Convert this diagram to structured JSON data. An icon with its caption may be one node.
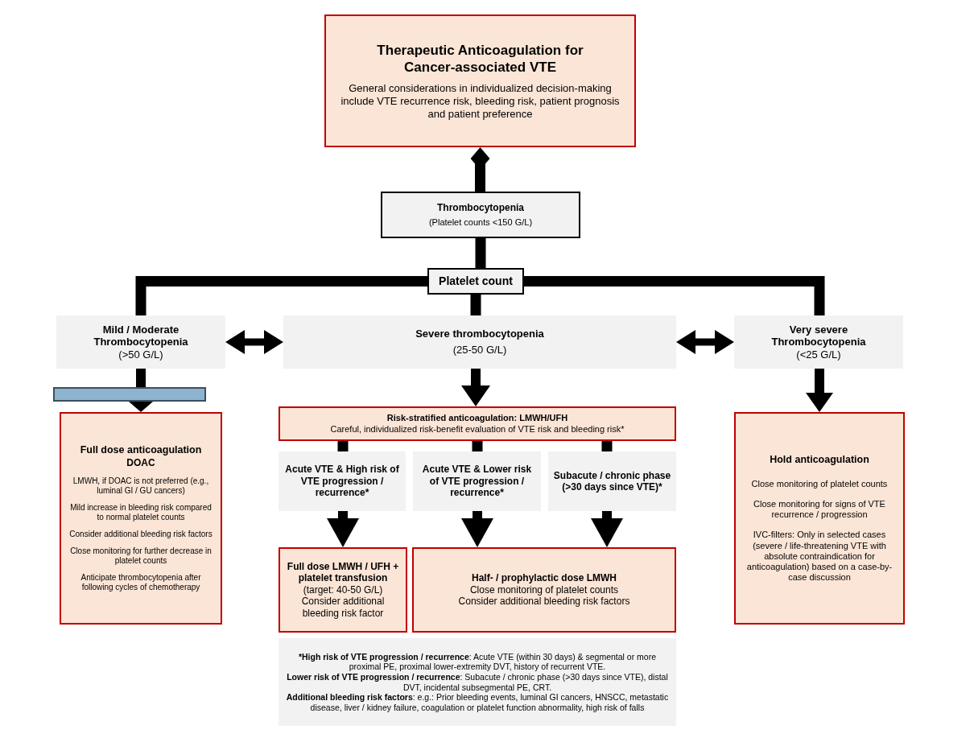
{
  "diagram": {
    "nodes": [
      {
        "text": [
          "Therapeutic Anticoagulation for Cancer-associated VTE",
          "General considerations in individualized decision-making include VTE recurrence risk, bleeding risk, patient prognosis and patient preference"
        ]
      },
      {
        "text": [
          "Thrombocytopenia",
          "(Platelet counts <150 G/L)"
        ]
      },
      {
        "text": [
          "Platelet count"
        ]
      },
      {
        "text": [
          "Mild / Moderate Thrombocytopenia",
          "(>50 G/L)"
        ]
      },
      {
        "text": [
          "Severe thrombocytopenia",
          "(25-50 G/L)"
        ]
      },
      {
        "text": [
          "Very severe Thrombocytopenia",
          "(<25 G/L)"
        ]
      },
      {
        "text": [],
        "shape": "bar"
      },
      {
        "text": [
          "Full dose anticoagulation",
          "DOAC",
          "LMWH, if DOAC is not preferred (e.g., luminal GI / GU cancers)",
          "Mild increase in bleeding risk compared to normal platelet counts",
          "Consider additional bleeding risk factors",
          "Close monitoring for further decrease in platelet counts",
          "Anticipate thrombocytopenia after following cycles of chemotherapy"
        ]
      },
      {
        "text": [
          "Risk-stratified anticoagulation: LMWH/UFH",
          "Careful, individualized risk-benefit evaluation of VTE risk and bleeding risk*"
        ]
      },
      {
        "text": [
          "Acute VTE & High risk of VTE progression / recurrence*"
        ]
      },
      {
        "text": [
          "Acute VTE & Lower risk of VTE progression / recurrence*"
        ]
      },
      {
        "text": [
          "Subacute / chronic phase (>30 days since VTE)*"
        ]
      },
      {
        "text": [
          "Full dose LMWH / UFH + platelet transfusion",
          "(target: 40-50 G/L)",
          "Consider additional bleeding risk factor"
        ]
      },
      {
        "text": [
          "Half- / prophylactic dose LMWH",
          "Close monitoring of platelet counts",
          "Consider additional bleeding risk factors"
        ]
      },
      {
        "text": [
          "Hold anticoagulation",
          "Close monitoring of platelet counts",
          "Close monitoring for signs of VTE recurrence / progression",
          "IVC-filters: Only in selected cases (severe / life-threatening VTE with absolute contraindication for anticoagulation) based on a case-by-case discussion"
        ]
      },
      {
        "text": [
          "***High risk of VTE progression / recurrence**: Acute VTE (within 30 days) & segmental or more proximal PE, proximal lower-extremity DVT, history of recurrent VTE.",
          "**Lower risk of VTE progression / recurrence**: Subacute / chronic phase (>30 days since VTE), distal DVT, incidental subsegmental PE, CRT.",
          "**Additional bleeding risk factors**: e.g.: Prior bleeding events, luminal GI cancers, HNSCC, metastatic disease, liver / kidney failure, coagulation or platelet function abnormality, high risk of falls"
        ]
      }
    ],
    "edges": [
      {
        "from": 0,
        "to": 1,
        "arrow": "other"
      },
      {
        "from": 1,
        "to": 2,
        "arrow": "none"
      },
      {
        "from": 2,
        "to": 3,
        "arrow": "none"
      },
      {
        "from": 2,
        "to": 4,
        "arrow": "none"
      },
      {
        "from": 2,
        "to": 5,
        "arrow": "none"
      },
      {
        "from": 3,
        "to": 4,
        "arrow": "both"
      },
      {
        "from": 4,
        "to": 5,
        "arrow": "both"
      },
      {
        "from": 3,
        "to": 6,
        "arrow": "none"
      },
      {
        "from": 6,
        "to": 7,
        "arrow": "to"
      },
      {
        "from": 4,
        "to": 8,
        "arrow": "to"
      },
      {
        "from": 5,
        "to": 14,
        "arrow": "to"
      },
      {
        "from": 8,
        "to": 9,
        "arrow": "none"
      },
      {
        "from": 8,
        "to": 10,
        "arrow": "none"
      },
      {
        "from": 8,
        "to": 11,
        "arrow": "none"
      },
      {
        "from": 9,
        "to": 12,
        "arrow": "to"
      },
      {
        "from": 10,
        "to": 13,
        "arrow": "to"
      },
      {
        "from": 11,
        "to": 13,
        "arrow": "to"
      }
    ]
  }
}
